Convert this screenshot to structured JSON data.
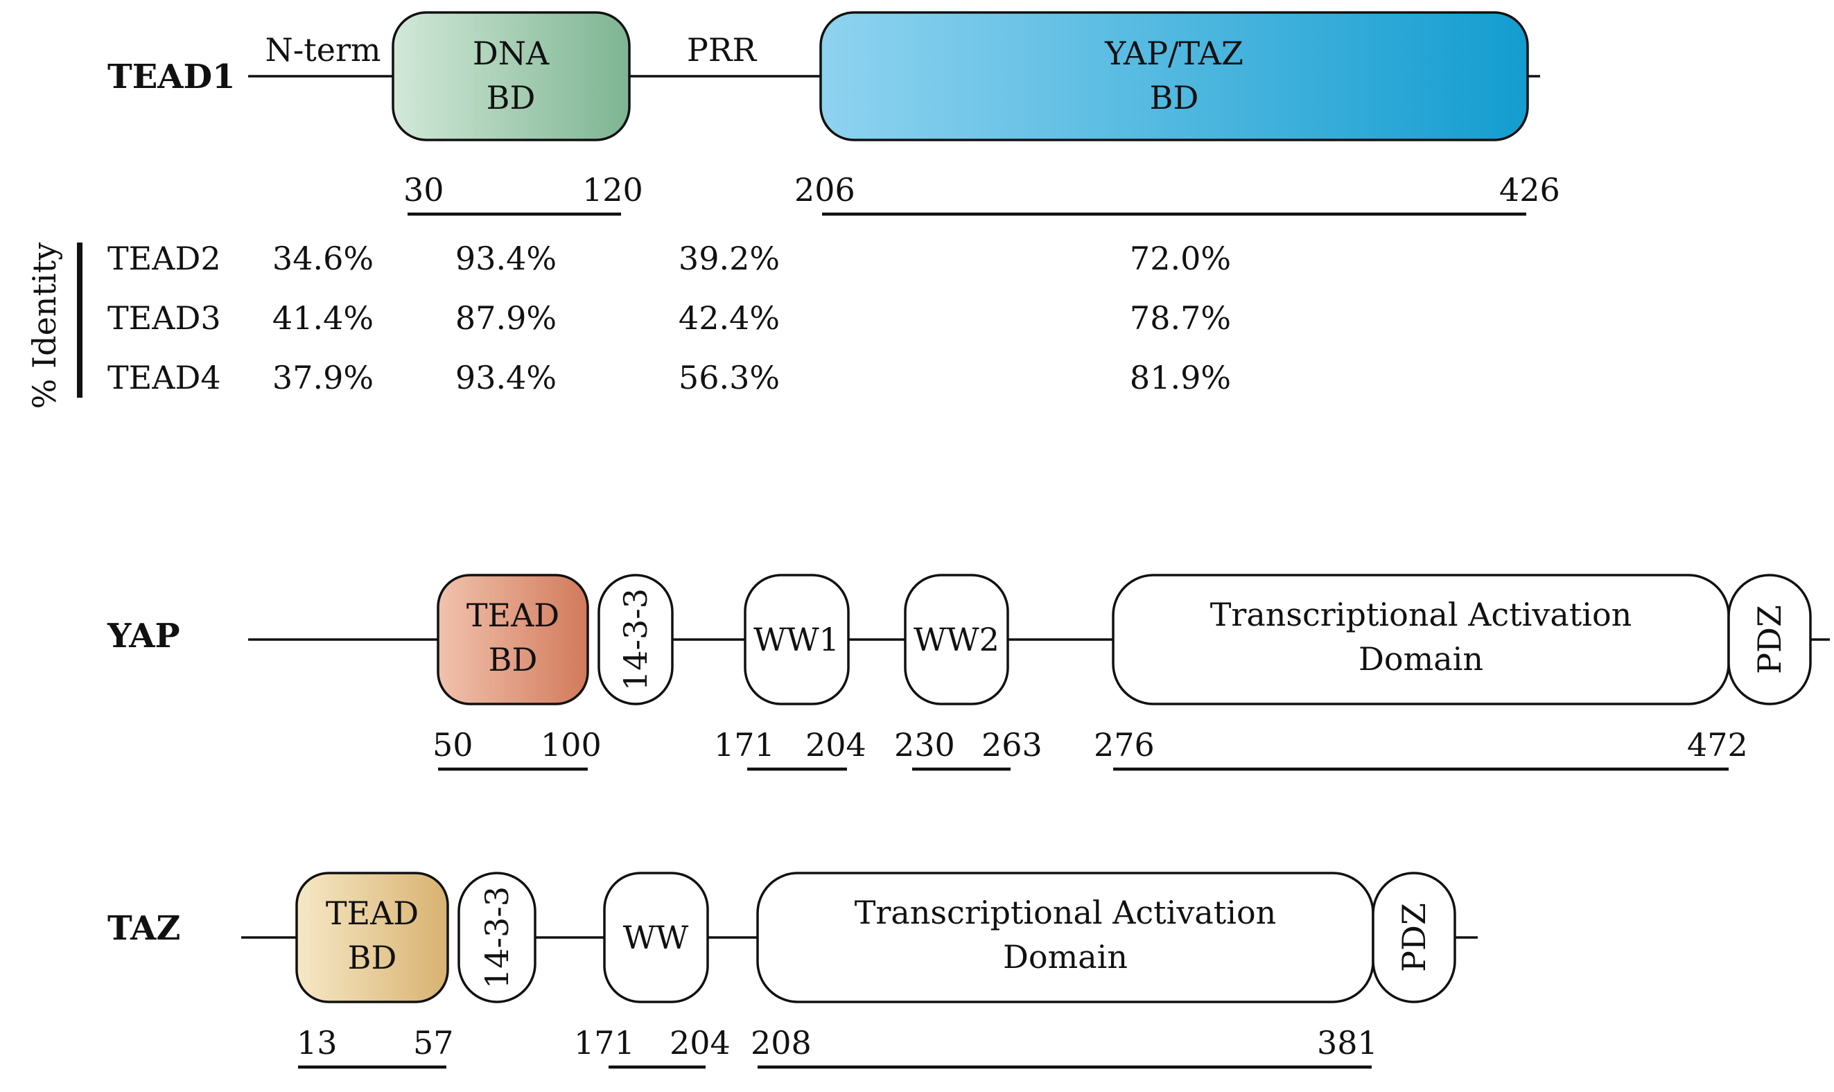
{
  "tead1": {
    "name": "TEAD1",
    "regions": {
      "nterm": "N-term",
      "prr": "PRR"
    },
    "domains": {
      "dna": {
        "line1": "DNA",
        "line2": "BD",
        "start": "30",
        "end": "120"
      },
      "yaptaz": {
        "line1": "YAP/TAZ",
        "line2": "BD",
        "start": "206",
        "end": "426"
      }
    }
  },
  "identity": {
    "axis_label": "% Identity",
    "rows": [
      {
        "name": "TEAD2",
        "nterm": "34.6%",
        "dna": "93.4%",
        "prr": "39.2%",
        "yaptaz": "72.0%"
      },
      {
        "name": "TEAD3",
        "nterm": "41.4%",
        "dna": "87.9%",
        "prr": "42.4%",
        "yaptaz": "78.7%"
      },
      {
        "name": "TEAD4",
        "nterm": "37.9%",
        "dna": "93.4%",
        "prr": "56.3%",
        "yaptaz": "81.9%"
      }
    ]
  },
  "yap": {
    "name": "YAP",
    "domains": {
      "tead": {
        "line1": "TEAD",
        "line2": "BD",
        "start": "50",
        "end": "100"
      },
      "b1433": {
        "label": "14-3-3"
      },
      "ww1": {
        "label": "WW1",
        "start": "171",
        "end": "204"
      },
      "ww2": {
        "label": "WW2",
        "start": "230",
        "end": "263"
      },
      "tad": {
        "line1": "Transcriptional Activation",
        "line2": "Domain",
        "start": "276",
        "end": "472"
      },
      "pdz": {
        "label": "PDZ"
      }
    }
  },
  "taz": {
    "name": "TAZ",
    "domains": {
      "tead": {
        "line1": "TEAD",
        "line2": "BD",
        "start": "13",
        "end": "57"
      },
      "b1433": {
        "label": "14-3-3"
      },
      "ww": {
        "label": "WW",
        "start": "171",
        "end": "204"
      },
      "tad": {
        "line1": "Transcriptional Activation",
        "line2": "Domain",
        "start": "208",
        "end": "381"
      },
      "pdz": {
        "label": "PDZ"
      }
    }
  },
  "colors": {
    "dna_bd": [
      "#d2e8d8",
      "#7db592"
    ],
    "yaptaz_bd": [
      "#8fd3f0",
      "#139dd0"
    ],
    "yap_tead_bd": [
      "#f1c2ad",
      "#d27a5b"
    ],
    "taz_tead_bd": [
      "#f6e8c6",
      "#d8b270"
    ]
  }
}
